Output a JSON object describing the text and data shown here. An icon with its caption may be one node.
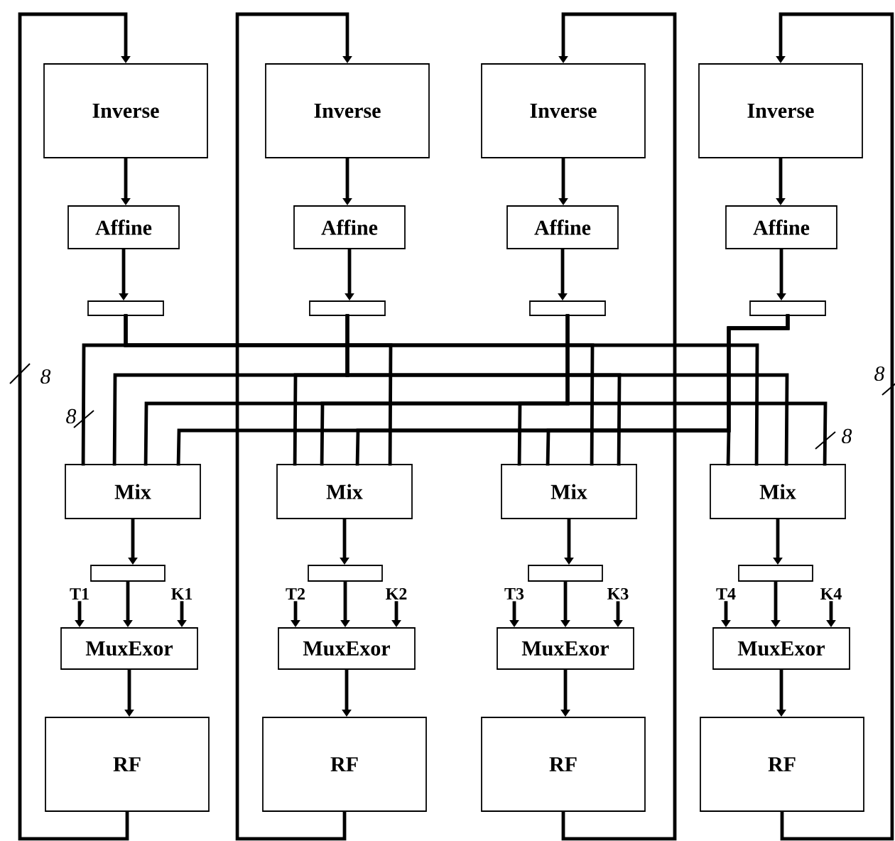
{
  "diagram": {
    "nodes": [
      {
        "text": [
          "Inverse"
        ]
      },
      {
        "text": [
          "Inverse"
        ]
      },
      {
        "text": [
          "Inverse"
        ]
      },
      {
        "text": [
          "Inverse"
        ]
      },
      {
        "text": [
          "Affine"
        ]
      },
      {
        "text": [
          "Affine"
        ]
      },
      {
        "text": [
          "Affine"
        ]
      },
      {
        "text": [
          "Affine"
        ]
      },
      {
        "text": [],
        "shape": "box"
      },
      {
        "text": [],
        "shape": "box"
      },
      {
        "text": [],
        "shape": "box"
      },
      {
        "text": [],
        "shape": "box"
      },
      {
        "text": [
          "Mix"
        ]
      },
      {
        "text": [
          "Mix"
        ]
      },
      {
        "text": [
          "Mix"
        ]
      },
      {
        "text": [
          "Mix"
        ]
      },
      {
        "text": [],
        "shape": "box"
      },
      {
        "text": [],
        "shape": "box"
      },
      {
        "text": [],
        "shape": "box"
      },
      {
        "text": [],
        "shape": "box"
      },
      {
        "text": [
          "T1"
        ]
      },
      {
        "text": [
          "K1"
        ]
      },
      {
        "text": [
          "T2"
        ]
      },
      {
        "text": [
          "K2"
        ]
      },
      {
        "text": [
          "T3"
        ]
      },
      {
        "text": [
          "K3"
        ]
      },
      {
        "text": [
          "T4"
        ]
      },
      {
        "text": [
          "K4"
        ]
      },
      {
        "text": [
          "MuxExor"
        ]
      },
      {
        "text": [
          "MuxExor"
        ]
      },
      {
        "text": [
          "MuxExor"
        ]
      },
      {
        "text": [
          "MuxExor"
        ]
      },
      {
        "text": [
          "RF"
        ]
      },
      {
        "text": [
          "RF"
        ]
      },
      {
        "text": [
          "RF"
        ]
      },
      {
        "text": [
          "RF"
        ]
      }
    ],
    "edges": [
      {
        "from": 0,
        "to": 4,
        "arrow": "to"
      },
      {
        "from": 1,
        "to": 5,
        "arrow": "to"
      },
      {
        "from": 2,
        "to": 6,
        "arrow": "to"
      },
      {
        "from": 3,
        "to": 7,
        "arrow": "to"
      },
      {
        "from": 4,
        "to": 8,
        "arrow": "to"
      },
      {
        "from": 5,
        "to": 9,
        "arrow": "to"
      },
      {
        "from": 6,
        "to": 10,
        "arrow": "to"
      },
      {
        "from": 7,
        "to": 11,
        "arrow": "to"
      },
      {
        "from": 8,
        "to": 12,
        "arrow": "none"
      },
      {
        "from": 8,
        "to": 13,
        "arrow": "none"
      },
      {
        "from": 8,
        "to": 14,
        "arrow": "none"
      },
      {
        "from": 8,
        "to": 15,
        "arrow": "none"
      },
      {
        "from": 9,
        "to": 12,
        "arrow": "none"
      },
      {
        "from": 9,
        "to": 13,
        "arrow": "none"
      },
      {
        "from": 9,
        "to": 14,
        "arrow": "none"
      },
      {
        "from": 9,
        "to": 15,
        "arrow": "none"
      },
      {
        "from": 10,
        "to": 12,
        "arrow": "none"
      },
      {
        "from": 10,
        "to": 13,
        "arrow": "none"
      },
      {
        "from": 10,
        "to": 14,
        "arrow": "none"
      },
      {
        "from": 10,
        "to": 15,
        "arrow": "none"
      },
      {
        "from": 11,
        "to": 12,
        "arrow": "none"
      },
      {
        "from": 11,
        "to": 13,
        "arrow": "none"
      },
      {
        "from": 11,
        "to": 14,
        "arrow": "none"
      },
      {
        "from": 11,
        "to": 15,
        "arrow": "none"
      },
      {
        "from": 12,
        "to": 16,
        "arrow": "to"
      },
      {
        "from": 13,
        "to": 17,
        "arrow": "to"
      },
      {
        "from": 14,
        "to": 18,
        "arrow": "to"
      },
      {
        "from": 15,
        "to": 19,
        "arrow": "to"
      },
      {
        "from": 16,
        "to": 28,
        "arrow": "to"
      },
      {
        "from": 17,
        "to": 29,
        "arrow": "to"
      },
      {
        "from": 18,
        "to": 30,
        "arrow": "to"
      },
      {
        "from": 19,
        "to": 31,
        "arrow": "to"
      },
      {
        "from": 20,
        "to": 28,
        "arrow": "to"
      },
      {
        "from": 21,
        "to": 28,
        "arrow": "to"
      },
      {
        "from": 22,
        "to": 29,
        "arrow": "to"
      },
      {
        "from": 23,
        "to": 29,
        "arrow": "to"
      },
      {
        "from": 24,
        "to": 30,
        "arrow": "to"
      },
      {
        "from": 25,
        "to": 30,
        "arrow": "to"
      },
      {
        "from": 26,
        "to": 31,
        "arrow": "to"
      },
      {
        "from": 27,
        "to": 31,
        "arrow": "to"
      },
      {
        "from": 28,
        "to": 32,
        "arrow": "to"
      },
      {
        "from": 29,
        "to": 33,
        "arrow": "to"
      },
      {
        "from": 30,
        "to": 34,
        "arrow": "to"
      },
      {
        "from": 31,
        "to": 35,
        "arrow": "to"
      },
      {
        "from": 32,
        "to": 0,
        "arrow": "to"
      },
      {
        "from": 33,
        "to": 1,
        "arrow": "to"
      },
      {
        "from": 34,
        "to": 2,
        "arrow": "to"
      },
      {
        "from": 35,
        "to": 3,
        "arrow": "to"
      }
    ],
    "labels": [
      "8",
      "8",
      "8",
      "8"
    ]
  }
}
